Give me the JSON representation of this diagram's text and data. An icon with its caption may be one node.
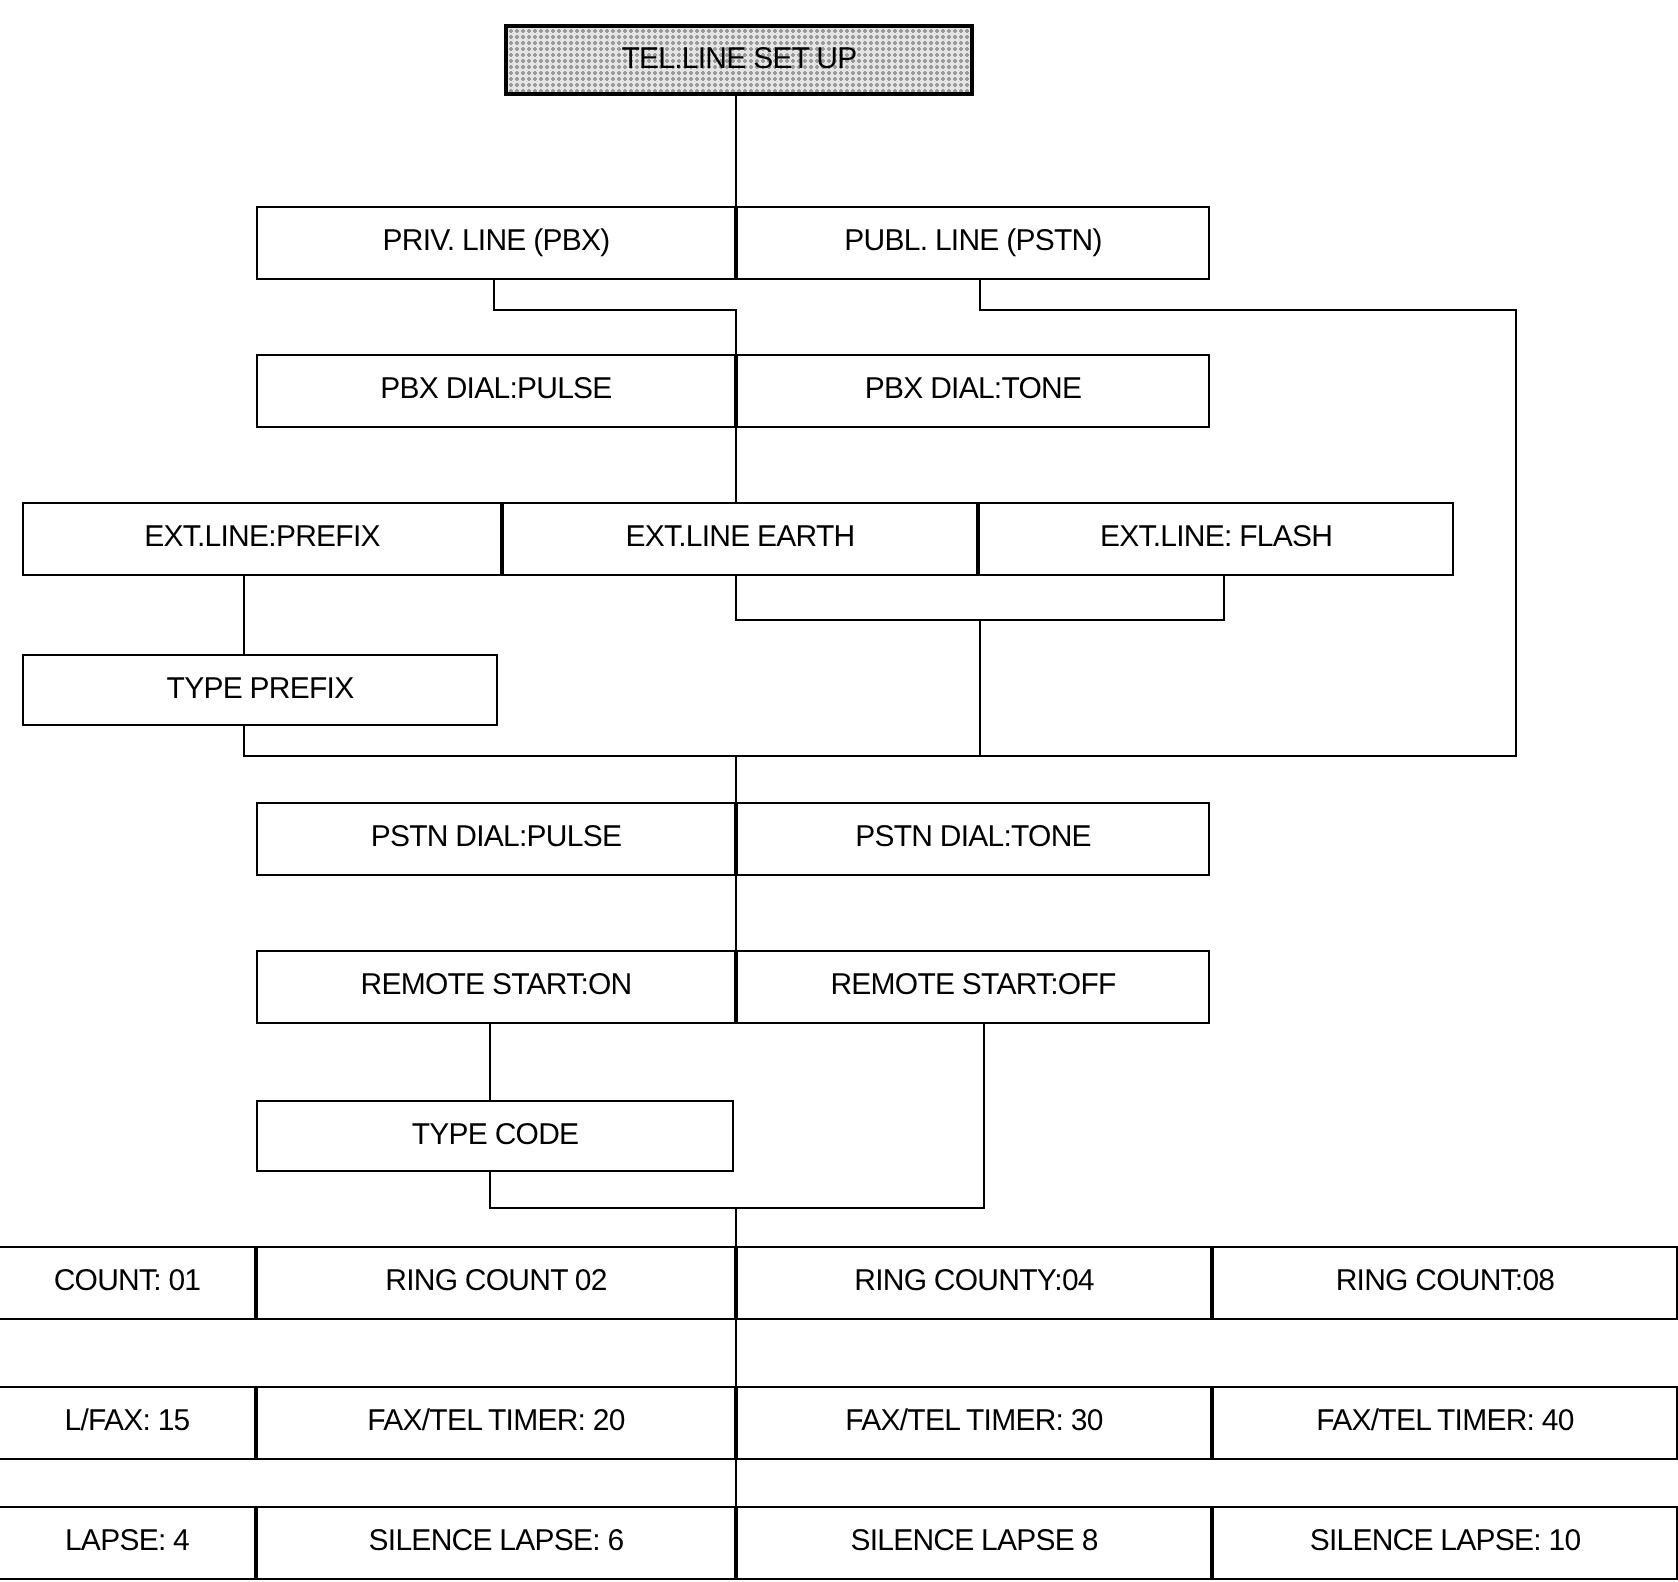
{
  "diagram": {
    "nodes": [
      {
        "text": [
          "TEL.LINE SET UP"
        ]
      },
      {
        "text": [
          "PRIV. LINE (PBX)"
        ]
      },
      {
        "text": [
          "PUBL. LINE (PSTN)"
        ]
      },
      {
        "text": [
          "PBX DIAL:PULSE"
        ]
      },
      {
        "text": [
          "PBX DIAL:TONE"
        ]
      },
      {
        "text": [
          "EXT.LINE:PREFIX"
        ]
      },
      {
        "text": [
          "EXT.LINE EARTH"
        ]
      },
      {
        "text": [
          "EXT.LINE: FLASH"
        ]
      },
      {
        "text": [
          "TYPE PREFIX"
        ]
      },
      {
        "text": [
          "PSTN DIAL:PULSE"
        ]
      },
      {
        "text": [
          "PSTN DIAL:TONE"
        ]
      },
      {
        "text": [
          "REMOTE START:ON"
        ]
      },
      {
        "text": [
          "REMOTE START:OFF"
        ]
      },
      {
        "text": [
          "TYPE CODE"
        ]
      },
      {
        "text": [
          "COUNT: 01"
        ]
      },
      {
        "text": [
          "RING COUNT 02"
        ]
      },
      {
        "text": [
          "RING COUNTY:04"
        ]
      },
      {
        "text": [
          "RING COUNT:08"
        ]
      },
      {
        "text": [
          "L/FAX: 15"
        ]
      },
      {
        "text": [
          "FAX/TEL TIMER: 20"
        ]
      },
      {
        "text": [
          "FAX/TEL TIMER: 30"
        ]
      },
      {
        "text": [
          "FAX/TEL TIMER: 40"
        ]
      },
      {
        "text": [
          "LAPSE: 4"
        ]
      },
      {
        "text": [
          "SILENCE LAPSE: 6"
        ]
      },
      {
        "text": [
          "SILENCE LAPSE 8"
        ]
      },
      {
        "text": [
          "SILENCE LAPSE: 10"
        ]
      }
    ],
    "edges": [
      {
        "from": 0,
        "to": 1,
        "arrow": "none"
      },
      {
        "from": 0,
        "to": 2,
        "arrow": "none"
      },
      {
        "from": 1,
        "to": 3,
        "arrow": "none"
      },
      {
        "from": 1,
        "to": 4,
        "arrow": "none"
      },
      {
        "from": 2,
        "to": 9,
        "arrow": "none"
      },
      {
        "from": 2,
        "to": 10,
        "arrow": "none"
      },
      {
        "from": 3,
        "to": 6,
        "arrow": "none"
      },
      {
        "from": 4,
        "to": 6,
        "arrow": "none"
      },
      {
        "from": 5,
        "to": 8,
        "arrow": "none"
      },
      {
        "from": 6,
        "to": 9,
        "arrow": "none"
      },
      {
        "from": 6,
        "to": 10,
        "arrow": "none"
      },
      {
        "from": 7,
        "to": 9,
        "arrow": "none"
      },
      {
        "from": 7,
        "to": 10,
        "arrow": "none"
      },
      {
        "from": 8,
        "to": 9,
        "arrow": "none"
      },
      {
        "from": 8,
        "to": 10,
        "arrow": "none"
      },
      {
        "from": 9,
        "to": 11,
        "arrow": "none"
      },
      {
        "from": 9,
        "to": 12,
        "arrow": "none"
      },
      {
        "from": 10,
        "to": 11,
        "arrow": "none"
      },
      {
        "from": 10,
        "to": 12,
        "arrow": "none"
      },
      {
        "from": 11,
        "to": 13,
        "arrow": "none"
      },
      {
        "from": 13,
        "to": 15,
        "arrow": "none"
      },
      {
        "from": 13,
        "to": 16,
        "arrow": "none"
      },
      {
        "from": 12,
        "to": 15,
        "arrow": "none"
      },
      {
        "from": 12,
        "to": 16,
        "arrow": "none"
      },
      {
        "from": 15,
        "to": 19,
        "arrow": "none"
      },
      {
        "from": 15,
        "to": 20,
        "arrow": "none"
      },
      {
        "from": 16,
        "to": 19,
        "arrow": "none"
      },
      {
        "from": 16,
        "to": 20,
        "arrow": "none"
      },
      {
        "from": 19,
        "to": 23,
        "arrow": "none"
      },
      {
        "from": 19,
        "to": 24,
        "arrow": "none"
      },
      {
        "from": 20,
        "to": 23,
        "arrow": "none"
      },
      {
        "from": 20,
        "to": 24,
        "arrow": "none"
      }
    ]
  }
}
